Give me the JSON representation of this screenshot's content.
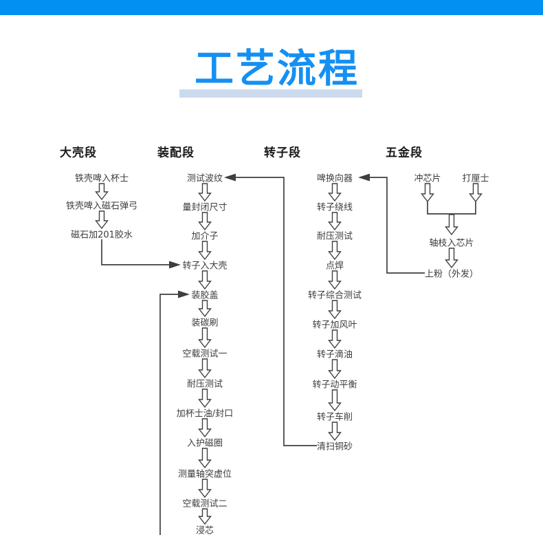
{
  "title": {
    "text": "工艺流程",
    "color": "#1590f2",
    "underline_color": "#ccdaee"
  },
  "top_bar": {
    "color": "#0290f2"
  },
  "flowchart": {
    "columns": [
      {
        "header": "大壳段",
        "steps": [
          "铁壳啤入杯士",
          "铁壳啤入磁石弹弓",
          "磁石加201胶水"
        ]
      },
      {
        "header": "装配段",
        "steps": [
          "测试波纹",
          "量封闭尺寸",
          "加介子",
          "转子入大壳",
          "装胶盖",
          "装碳刷",
          "空载测试一",
          "耐压测试",
          "加杯士油/封口",
          "入护磁圈",
          "测量轴突虚位",
          "空载测试二",
          "浸芯"
        ]
      },
      {
        "header": "转子段",
        "steps": [
          "啤换向器",
          "转子绕线",
          "耐压测试",
          "点焊",
          "转子综合测试",
          "转子加风叶",
          "转子滴油",
          "转子动平衡",
          "转子车削",
          "清扫铜砂"
        ]
      },
      {
        "header": "五金段",
        "parallel_steps": [
          "冲芯片",
          "打厘士"
        ],
        "steps": [
          "轴枝入芯片",
          "上粉（外发）"
        ]
      }
    ],
    "connectors": [
      {
        "from": "磁石加201胶水",
        "to": "转子入大壳"
      },
      {
        "from": "off-screen-bottom",
        "to": "装胶盖"
      },
      {
        "from": "清扫铜砂",
        "to": "测试波纹"
      },
      {
        "from": "上粉（外发）",
        "to": "啤换向器"
      },
      {
        "from": "冲芯片 / 打厘士",
        "to": "轴枝入芯片"
      }
    ],
    "line_color": "#3f3f3f"
  }
}
